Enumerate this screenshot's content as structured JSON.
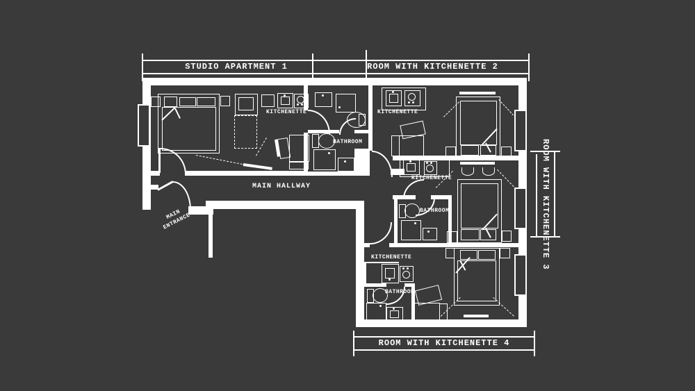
{
  "canvas": {
    "background_color": "#3a3a3a",
    "line_color": "#ffffff"
  },
  "dimension_bands": {
    "top_left_label": "STUDIO APARTMENT 1",
    "top_right_label": "ROOM WITH KITCHENETTE 2",
    "right_label": "ROOM WITH KITCHENETTE 3",
    "bottom_label": "ROOM WITH KITCHENETTE 4"
  },
  "labels": {
    "hallway": "MAIN HALLWAY",
    "entrance_line1": "MAIN",
    "entrance_line2": "ENTRANCE",
    "studio1_kitchenette": "KITCHENETTE",
    "room2_kitchenette": "KITCHENETTE",
    "room3_kitchenette": "KITCHENETTE",
    "room4_kitchenette": "KITCHENETTE",
    "shared_bathroom": "BATHROOM",
    "room3_bathroom": "BATHROOM",
    "room4_bathroom": "BATHROOM"
  }
}
